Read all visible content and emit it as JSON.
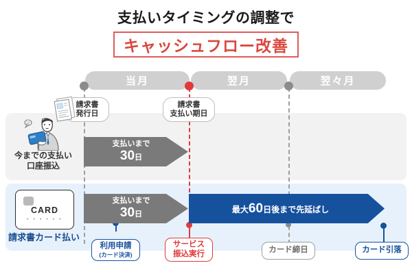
{
  "title": {
    "line1": "支払いタイミングの調整で",
    "highlight": "キャッシュフロー改善",
    "highlight_color": "#d9483f",
    "box_border_color": "#e05a5a"
  },
  "timeline": {
    "months": [
      {
        "label": "当月"
      },
      {
        "label": "翌月"
      },
      {
        "label": "翌々月"
      }
    ],
    "nodes": [
      {
        "name": "invoice-issue-date",
        "color": "#8c8c8c"
      },
      {
        "name": "invoice-due-date",
        "color": "#e03b3b"
      },
      {
        "name": "card-closing-date",
        "color": "#8c8c8c"
      }
    ]
  },
  "callouts": [
    {
      "name": "invoice-issue",
      "line1": "請求書",
      "line2": "発行日"
    },
    {
      "name": "invoice-due",
      "line1": "請求書",
      "line2": "支払い期日"
    }
  ],
  "rows": [
    {
      "name": "current-payment",
      "label_line1": "今までの支払い",
      "label_line2": "口座振込",
      "band_color": "#f2f2f2",
      "arrow": {
        "name": "pay-within-30-days",
        "prefix": "支払いまで",
        "number": "30",
        "unit": "日",
        "color": "#7a7a7a"
      }
    },
    {
      "name": "invoice-card-payment",
      "label_line1": "請求書カード払い",
      "band_color": "#e7f1fb",
      "label_color": "#1a4d8f",
      "arrow_gray": {
        "name": "pay-within-30-days",
        "prefix": "支払いまで",
        "number": "30",
        "unit": "日",
        "color": "#7a7a7a"
      },
      "arrow_blue": {
        "name": "defer-up-to-60-days",
        "prefix": "最大",
        "number": "60",
        "suffix": "日後まで先延ばし",
        "color": "#16519e"
      }
    }
  ],
  "bottom_labels": [
    {
      "name": "usage-application",
      "line1": "利用申請",
      "line2": "(カード決済)",
      "text_color": "#16519e",
      "border_color": "#16519e",
      "fill": "#ffffff"
    },
    {
      "name": "service-transfer-execution",
      "line1": "サービス",
      "line2": "振込実行",
      "text_color": "#e03b3b",
      "border_color": "#e03b3b",
      "fill": "#ffffff"
    },
    {
      "name": "card-closing-date",
      "line1": "カード締日",
      "line2": "",
      "text_color": "#6d6d6d",
      "border_color": "#9e9e9e",
      "fill": "#ffffff"
    },
    {
      "name": "card-debit",
      "line1": "カード引落",
      "line2": "",
      "text_color": "#16519e",
      "border_color": "#16519e",
      "fill": "#ffffff"
    }
  ],
  "illustrations": {
    "invoice_document": "invoice-document-icon",
    "businessman_with_card": "businessman-with-card-illustration",
    "credit_card": {
      "label": "CARD",
      "dots": "• • • • • •"
    }
  }
}
